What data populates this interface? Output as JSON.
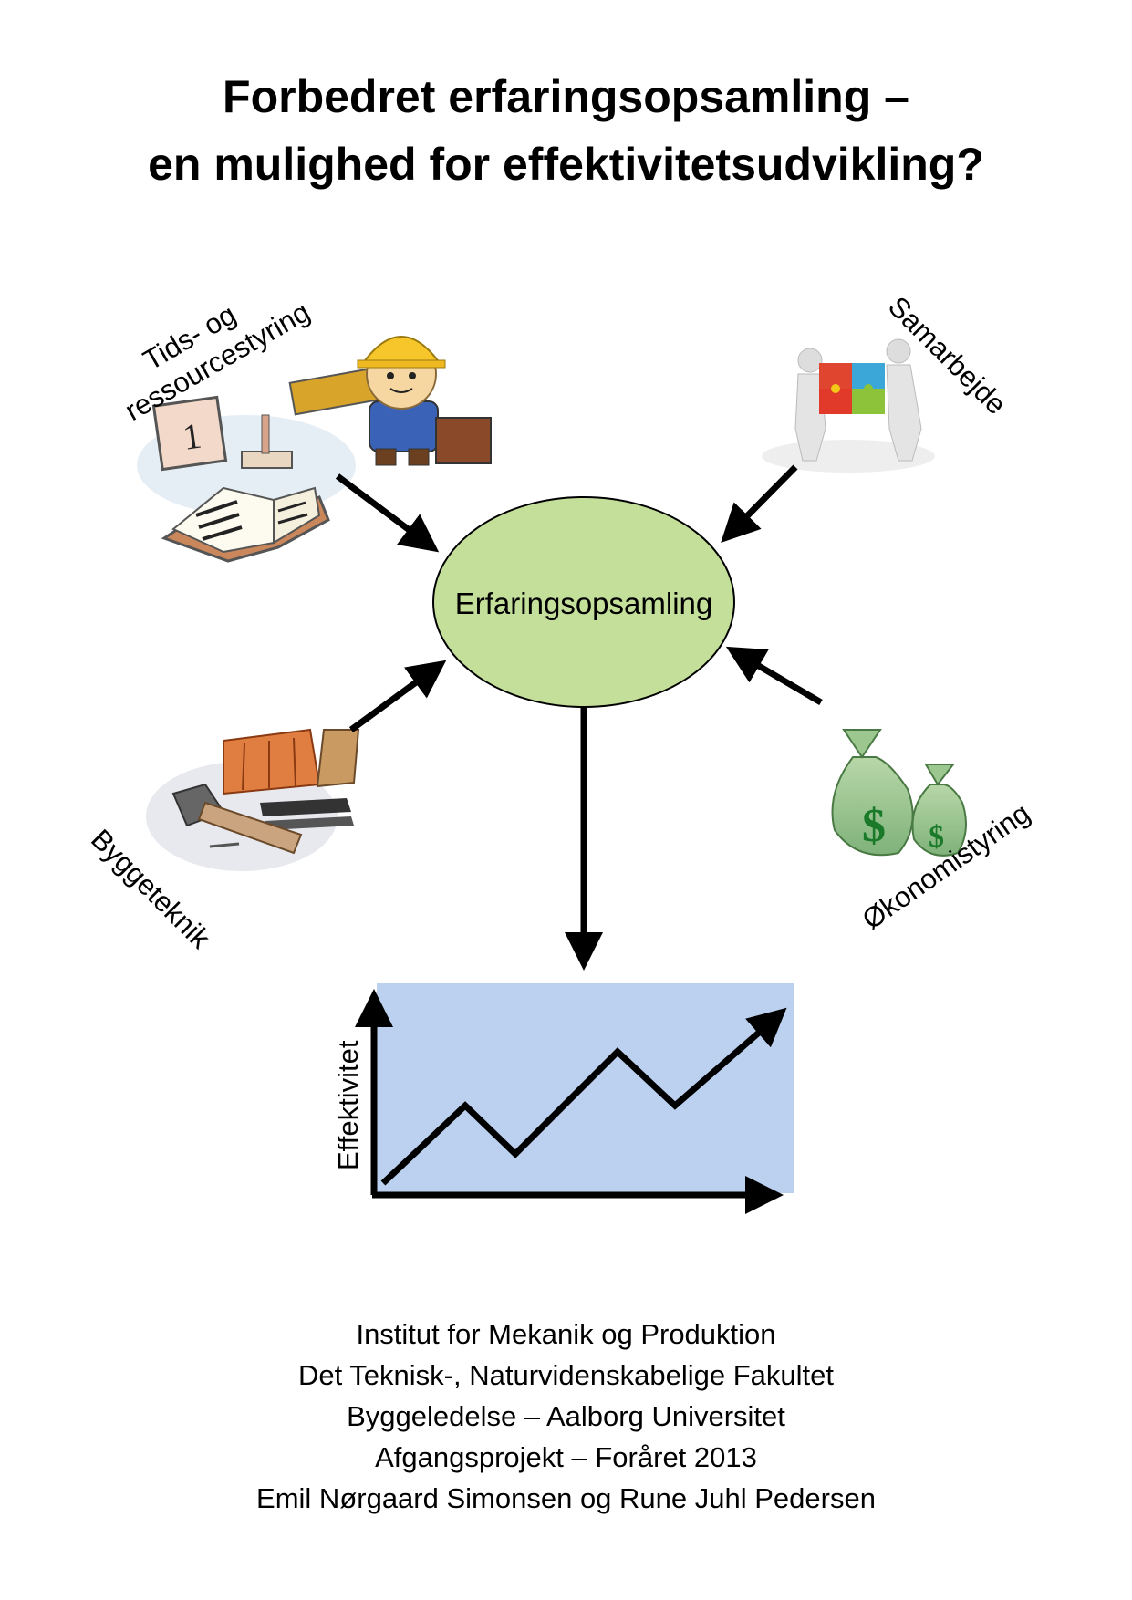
{
  "title": {
    "line1": "Forbedret erfaringsopsamling –",
    "line2": "en mulighed for effektivitetsudvikling?"
  },
  "diagram": {
    "center_label": "Erfaringsopsamling",
    "inputs": [
      {
        "line1": "Tids- og",
        "line2": "ressourcestyring"
      },
      {
        "label": "Samarbejde"
      },
      {
        "label": "Byggeteknik"
      },
      {
        "label": "Økonomistyring"
      }
    ],
    "graph_ylabel": "Effektivitet",
    "colors": {
      "center_fill": "#c4df99",
      "graph_bg": "#bcd0ef"
    }
  },
  "footer": [
    "Institut for Mekanik og Produktion",
    "Det Teknisk-, Naturvidenskabelige Fakultet",
    "Byggeledelse – Aalborg Universitet",
    "Afgangsprojekt – Foråret 2013",
    "Emil Nørgaard Simonsen og Rune Juhl Pedersen"
  ]
}
